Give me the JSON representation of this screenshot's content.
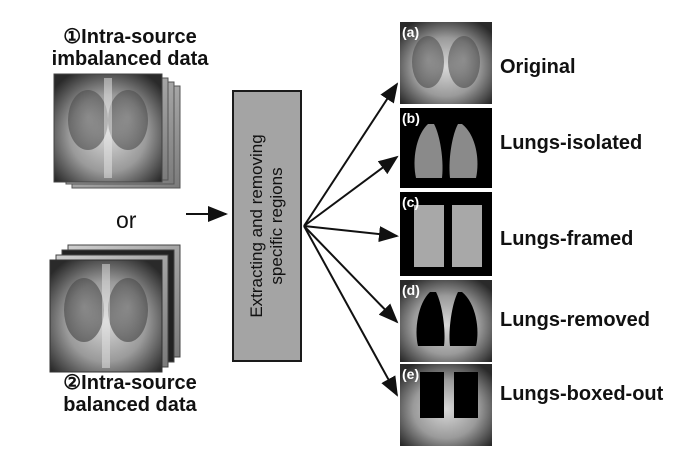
{
  "sources": {
    "imbalanced": {
      "line1": "①Intra-source",
      "line2": "imbalanced data"
    },
    "balanced": {
      "line1": "②Intra-source",
      "line2": "balanced data"
    },
    "or_text": "or"
  },
  "process_box": {
    "line1": "Extracting and removing",
    "line2": "specific regions"
  },
  "outputs": [
    {
      "tag": "(a)",
      "label": "Original"
    },
    {
      "tag": "(b)",
      "label": "Lungs-isolated"
    },
    {
      "tag": "(c)",
      "label": "Lungs-framed"
    },
    {
      "tag": "(d)",
      "label": "Lungs-removed"
    },
    {
      "tag": "(e)",
      "label": "Lungs-boxed-out"
    }
  ],
  "colors": {
    "box_fill": "#a4a4a4",
    "arrow": "#111111",
    "xray_dark": "#1a1a1a"
  }
}
